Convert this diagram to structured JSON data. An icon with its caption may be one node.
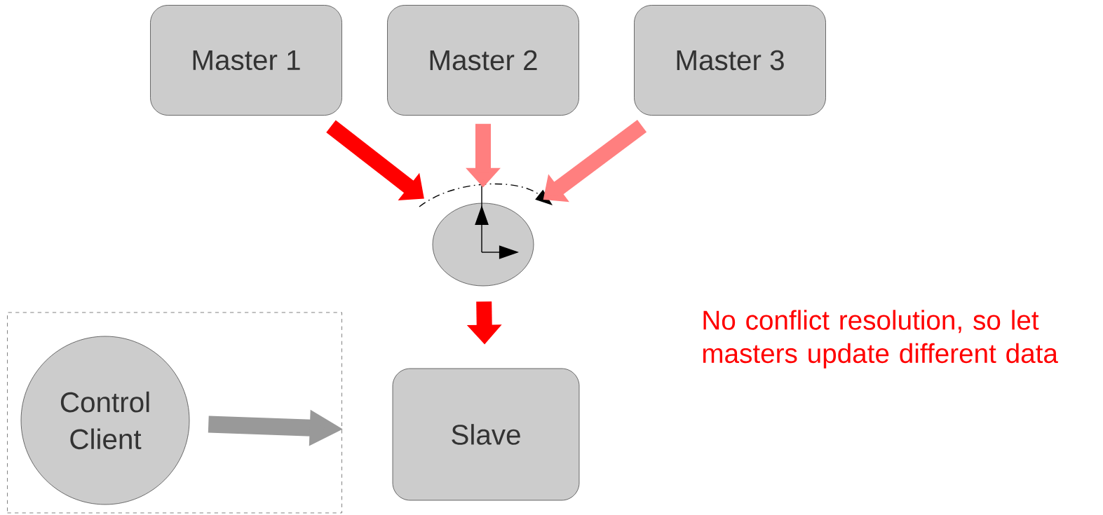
{
  "diagram": {
    "nodes": [
      {
        "text": [
          "Master 1"
        ]
      },
      {
        "text": [
          "Master 2"
        ]
      },
      {
        "text": [
          "Master 3"
        ]
      },
      {
        "text": [],
        "shape": "circle"
      },
      {
        "text": [],
        "shape": "box"
      },
      {
        "text": [
          "Control Client"
        ],
        "in": 4
      },
      {
        "text": [
          "Slave"
        ]
      }
    ],
    "edges": [
      {
        "from": 0,
        "to": 3,
        "arrow": "to",
        "color": "#ff0000"
      },
      {
        "from": 1,
        "to": 3,
        "arrow": "to",
        "color": "#ff7f7f"
      },
      {
        "from": 2,
        "to": 3,
        "arrow": "to",
        "color": "#ff7f7f"
      },
      {
        "from": 3,
        "to": 6,
        "arrow": "to",
        "color": "#ff0000"
      },
      {
        "from": 5,
        "to": 6,
        "arrow": "to",
        "color": "#999999"
      }
    ],
    "labels": [
      "No conflict resolution, so let masters update different data"
    ]
  }
}
